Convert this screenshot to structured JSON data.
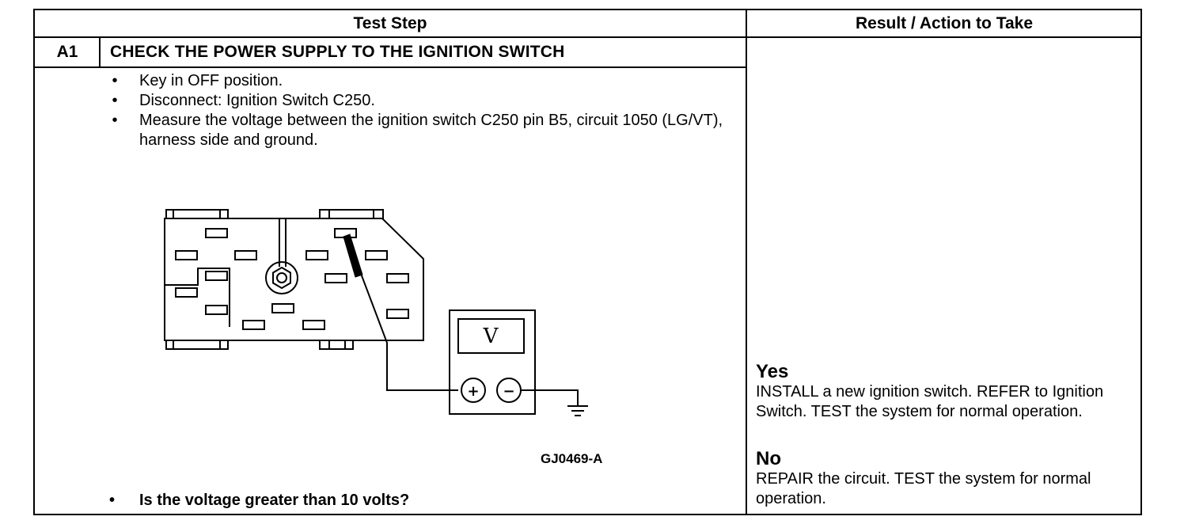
{
  "table": {
    "header_test_step": "Test Step",
    "header_result": "Result / Action to Take"
  },
  "step": {
    "id": "A1",
    "title": "CHECK THE POWER SUPPLY TO THE IGNITION SWITCH",
    "bullets": [
      "Key in OFF position.",
      "Disconnect: Ignition Switch C250.",
      "Measure the voltage between the ignition switch C250 pin B5, circuit 1050 (LG/VT), harness side and ground."
    ],
    "bullet_symbol": "•",
    "question": "Is the voltage greater than 10 volts?"
  },
  "figure": {
    "meter_symbol": "V",
    "plus_symbol": "+",
    "minus_symbol": "−",
    "figure_id": "GJ0469-A"
  },
  "results": {
    "yes_label": "Yes",
    "yes_action": "INSTALL a new ignition switch. REFER to Ignition Switch. TEST the system for normal operation.",
    "no_label": "No",
    "no_action": "REPAIR the circuit. TEST the system for normal operation."
  }
}
